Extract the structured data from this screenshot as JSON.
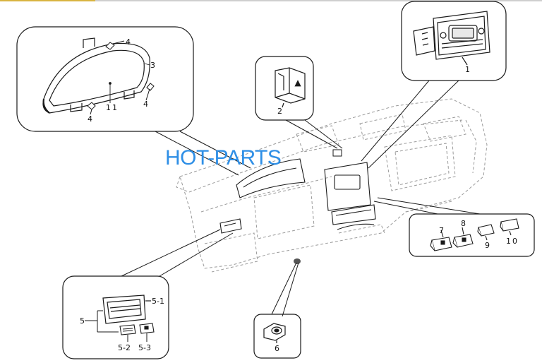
{
  "watermark": {
    "text": "HOT-PARTS",
    "color": "#2f8fe6"
  },
  "callouts": {
    "radio": "1",
    "hazard_switch": "2",
    "instrument_cluster": "3",
    "screw_top": "4",
    "screw_right": "4",
    "screw_bottom": "4",
    "cluster_center": "11",
    "vent_assembly": "5",
    "vent_housing": "5-1",
    "vent_switch_left": "5-2",
    "vent_switch_right": "5-3",
    "knob": "6",
    "switch_a": "7",
    "switch_b": "8",
    "switch_c": "9",
    "switch_d": "10"
  },
  "colors": {
    "line": "#1a1a1a",
    "dash": "#9a9a9a",
    "accent_bar": "#d9b441"
  }
}
